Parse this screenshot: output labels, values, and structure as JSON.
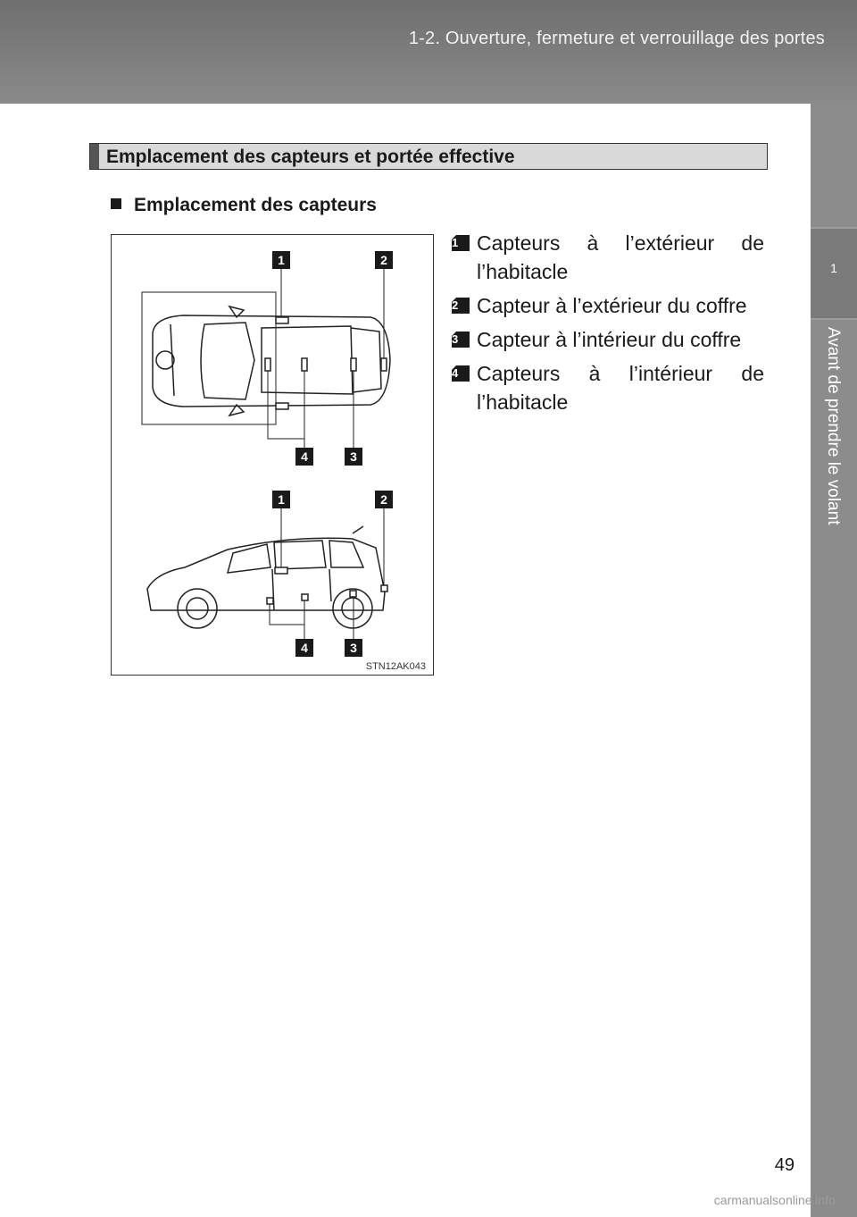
{
  "header": {
    "chapter_title": "1-2. Ouverture, fermeture et verrouillage des portes"
  },
  "sidetab": {
    "chapter_number": "1",
    "chapter_label": "Avant de prendre le volant"
  },
  "section": {
    "title": "Emplacement des capteurs et portée effective"
  },
  "subsection": {
    "title": "Emplacement des capteurs"
  },
  "figure": {
    "code": "STN12AK043",
    "callouts": [
      "1",
      "2",
      "3",
      "4"
    ]
  },
  "items": [
    {
      "num": "1",
      "text": "Capteurs à l’extérieur de l’habitacle"
    },
    {
      "num": "2",
      "text": "Capteur à l’extérieur du coffre"
    },
    {
      "num": "3",
      "text": "Capteur à l’intérieur du coffre"
    },
    {
      "num": "4",
      "text": "Capteurs à l’intérieur de l’habitacle"
    }
  ],
  "footer": {
    "page_number": "49",
    "watermark": "carmanualsonline.info"
  }
}
